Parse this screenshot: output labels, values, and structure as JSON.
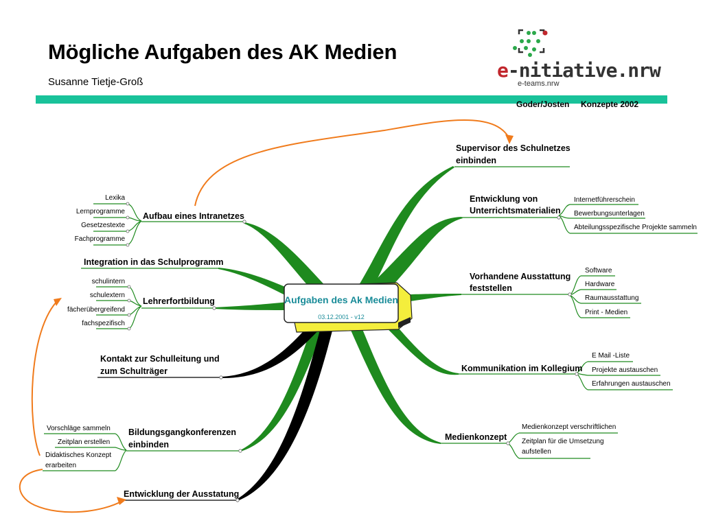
{
  "slide": {
    "title": "Mögliche Aufgaben des AK Medien",
    "author": "Susanne Tietje-Groß",
    "band_caption": "Goder/Josten     Konzepte 2002"
  },
  "logo": {
    "brand_e": "e",
    "brand_rest": "-nitiative.nrw",
    "subtitle": "e-teams.nrw"
  },
  "colors": {
    "accent_band": "#19c29a",
    "branch_right": "#1e8a1e",
    "branch_left": "#1e8a1e",
    "branch_black": "#000000",
    "arrow": "#f07b1c",
    "center_fill": "#ffffff",
    "center_side": "#f4ee3c",
    "title_center": "#1a8c99"
  },
  "center": {
    "title": "Aufgaben des Ak Medien",
    "date": "03.12.2001 - v12"
  },
  "right": {
    "supervisor": {
      "line1": "Supervisor des Schulnetzes",
      "line2": "einbinden"
    },
    "entwicklung": {
      "line1": "Entwicklung von",
      "line2": "Unterrichtsmaterialien",
      "leaves": [
        "Internetführerschein",
        "Bewerbungsunterlagen",
        "Abteilungsspezifische Projekte sammeln"
      ]
    },
    "ausstattung": {
      "line1": "Vorhandene Ausstattung",
      "line2": "feststellen",
      "leaves": [
        "Software",
        "Hardware",
        "Raumausstattung",
        "Print - Medien"
      ]
    },
    "kommunikation": {
      "label": "Kommunikation im Kollegium",
      "leaves": [
        "E Mail -Liste",
        "Projekte austauschen",
        "Erfahrungen austauschen"
      ]
    },
    "medienkonzept": {
      "label": "Medienkonzept",
      "leaves": [
        "Medienkonzept verschriftlichen",
        "Zeitplan für die Umsetzung",
        "aufstellen"
      ]
    }
  },
  "left": {
    "intranet": {
      "label": "Aufbau eines Intranetzes",
      "leaves": [
        "Lexika",
        "Lernprogramme",
        "Gesetzestexte",
        "Fachprogramme"
      ]
    },
    "integration": {
      "label": "Integration in das Schulprogramm"
    },
    "lehrer": {
      "label": "Lehrerfortbildung",
      "leaves": [
        "schulintern",
        "schulextern",
        "fächerübergreifend",
        "fachspezifisch"
      ]
    },
    "kontakt": {
      "line1": "Kontakt zur Schulleitung und",
      "line2": "zum Schulträger"
    },
    "bildung": {
      "line1": "Bildungsgangkonferenzen",
      "line2": "einbinden",
      "leaves": [
        "Vorschläge sammeln",
        "Zeitplan erstellen",
        "Didaktisches Konzept",
        "erarbeiten"
      ]
    },
    "ausstatung": {
      "label": "Entwicklung der Ausstatung"
    }
  }
}
